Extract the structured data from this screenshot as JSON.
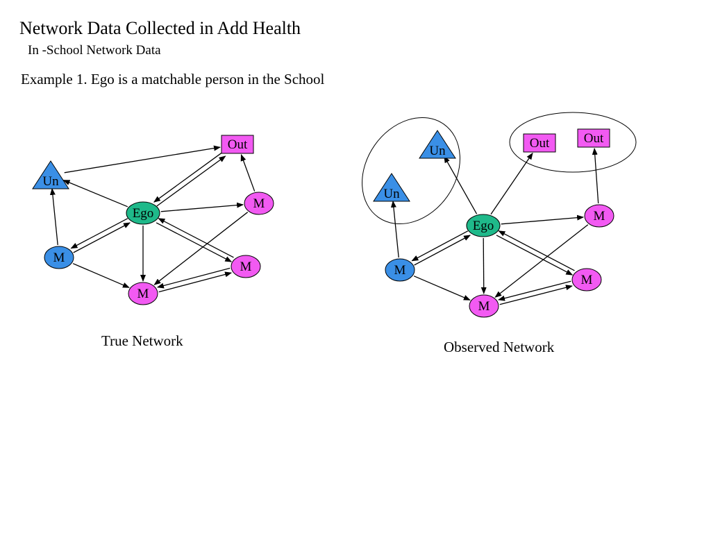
{
  "title": "Network Data Collected in Add Health",
  "subtitle": "In -School Network Data",
  "example": "Example 1.  Ego is a matchable person in the School",
  "captions": {
    "true_network": "True Network",
    "observed_network": "Observed Network"
  },
  "legend_colors": {
    "ego": "#1fb98a",
    "matchable": "#f25af2",
    "unmatchable": "#3a8fe6",
    "outside": "#f25af2"
  },
  "true_network": {
    "nodes": [
      {
        "id": "ego",
        "label": "Ego",
        "kind": "ego"
      },
      {
        "id": "un",
        "label": "Un",
        "kind": "unmatchable"
      },
      {
        "id": "out",
        "label": "Out",
        "kind": "outside"
      },
      {
        "id": "m_right",
        "label": "M",
        "kind": "matchable"
      },
      {
        "id": "m_left",
        "label": "M",
        "kind": "matched-blue"
      },
      {
        "id": "m_bottom_right",
        "label": "M",
        "kind": "matchable"
      },
      {
        "id": "m_bottom",
        "label": "M",
        "kind": "matchable"
      }
    ],
    "edges": [
      {
        "from": "un",
        "to": "out"
      },
      {
        "from": "ego",
        "to": "un"
      },
      {
        "from": "ego",
        "to": "out"
      },
      {
        "from": "out",
        "to": "ego"
      },
      {
        "from": "m_right",
        "to": "out"
      },
      {
        "from": "ego",
        "to": "m_right"
      },
      {
        "from": "ego",
        "to": "m_left"
      },
      {
        "from": "m_left",
        "to": "ego"
      },
      {
        "from": "m_left",
        "to": "un"
      },
      {
        "from": "ego",
        "to": "m_bottom"
      },
      {
        "from": "ego",
        "to": "m_bottom_right"
      },
      {
        "from": "m_bottom_right",
        "to": "ego"
      },
      {
        "from": "m_left",
        "to": "m_bottom"
      },
      {
        "from": "m_right",
        "to": "m_bottom"
      },
      {
        "from": "m_bottom",
        "to": "m_bottom_right"
      },
      {
        "from": "m_bottom_right",
        "to": "m_bottom"
      }
    ]
  },
  "observed_network": {
    "nodes": [
      {
        "id": "ego",
        "label": "Ego",
        "kind": "ego"
      },
      {
        "id": "un_top",
        "label": "Un",
        "kind": "unmatchable"
      },
      {
        "id": "un_left",
        "label": "Un",
        "kind": "unmatchable"
      },
      {
        "id": "out_left",
        "label": "Out",
        "kind": "outside"
      },
      {
        "id": "out_right",
        "label": "Out",
        "kind": "outside"
      },
      {
        "id": "m_right",
        "label": "M",
        "kind": "matchable"
      },
      {
        "id": "m_left",
        "label": "M",
        "kind": "matched-blue"
      },
      {
        "id": "m_bottom_right",
        "label": "M",
        "kind": "matchable"
      },
      {
        "id": "m_bottom",
        "label": "M",
        "kind": "matchable"
      }
    ],
    "edges": [
      {
        "from": "ego",
        "to": "un_top"
      },
      {
        "from": "ego",
        "to": "out_left"
      },
      {
        "from": "m_right",
        "to": "out_right"
      },
      {
        "from": "m_left",
        "to": "un_left"
      },
      {
        "from": "ego",
        "to": "m_right"
      },
      {
        "from": "ego",
        "to": "m_left"
      },
      {
        "from": "m_left",
        "to": "ego"
      },
      {
        "from": "ego",
        "to": "m_bottom"
      },
      {
        "from": "ego",
        "to": "m_bottom_right"
      },
      {
        "from": "m_bottom_right",
        "to": "ego"
      },
      {
        "from": "m_left",
        "to": "m_bottom"
      },
      {
        "from": "m_right",
        "to": "m_bottom"
      },
      {
        "from": "m_bottom",
        "to": "m_bottom_right"
      },
      {
        "from": "m_bottom_right",
        "to": "m_bottom"
      }
    ]
  }
}
